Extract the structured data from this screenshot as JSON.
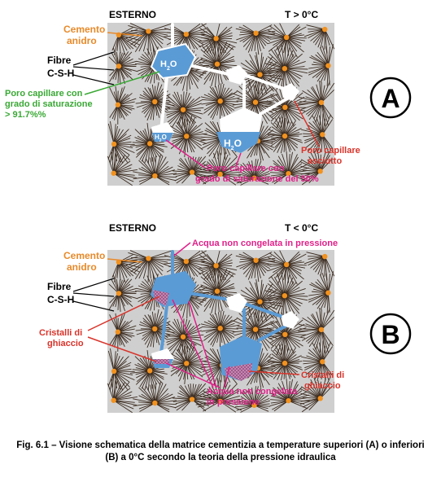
{
  "panel_a": {
    "badge": "A",
    "top_left": "ESTERNO",
    "top_right": "T > 0°C",
    "cemento_1": "Cemento",
    "cemento_2": "anidro",
    "fibre_1": "Fibre",
    "fibre_2": "C-S-H",
    "poro_sat_1": "Poro capillare con",
    "poro_sat_2": "grado di saturazione",
    "poro_sat_3": "> 91.7%%",
    "poro_50_1": "Poro capillare con",
    "poro_50_2": "grado di saturazione del 50%",
    "poro_asc_1": "Poro capillare",
    "poro_asc_2": "asciutto",
    "water": "H",
    "water_sub": "2",
    "water_o": "O"
  },
  "panel_b": {
    "badge": "B",
    "top_left": "ESTERNO",
    "top_right": "T < 0°C",
    "acqua_top": "Acqua non congelata in pressione",
    "cemento_1": "Cemento",
    "cemento_2": "anidro",
    "fibre_1": "Fibre",
    "fibre_2": "C-S-H",
    "cristalli_l_1": "Cristalli di",
    "cristalli_l_2": "ghiaccio",
    "cristalli_r_1": "Cristalli di",
    "cristalli_r_2": "ghiaccio",
    "acqua_bot_1": "Acqua non congelata",
    "acqua_bot_2": "in pressione"
  },
  "caption": {
    "line1": "Fig. 6.1 – Visione schematica della matrice cementizia a temperature superiori (A) o inferiori",
    "line2": "(B) a 0°C secondo la teoria della pressione idraulica"
  },
  "colors": {
    "matrix_bg": "#cfcfcf",
    "fibre": "#3a2a1e",
    "grain": "#f2921f",
    "water": "#5b9bd5",
    "orange_label": "#e88a2a",
    "green_label": "#3aa935",
    "magenta_label": "#e0218a",
    "red_label": "#d9342b"
  }
}
